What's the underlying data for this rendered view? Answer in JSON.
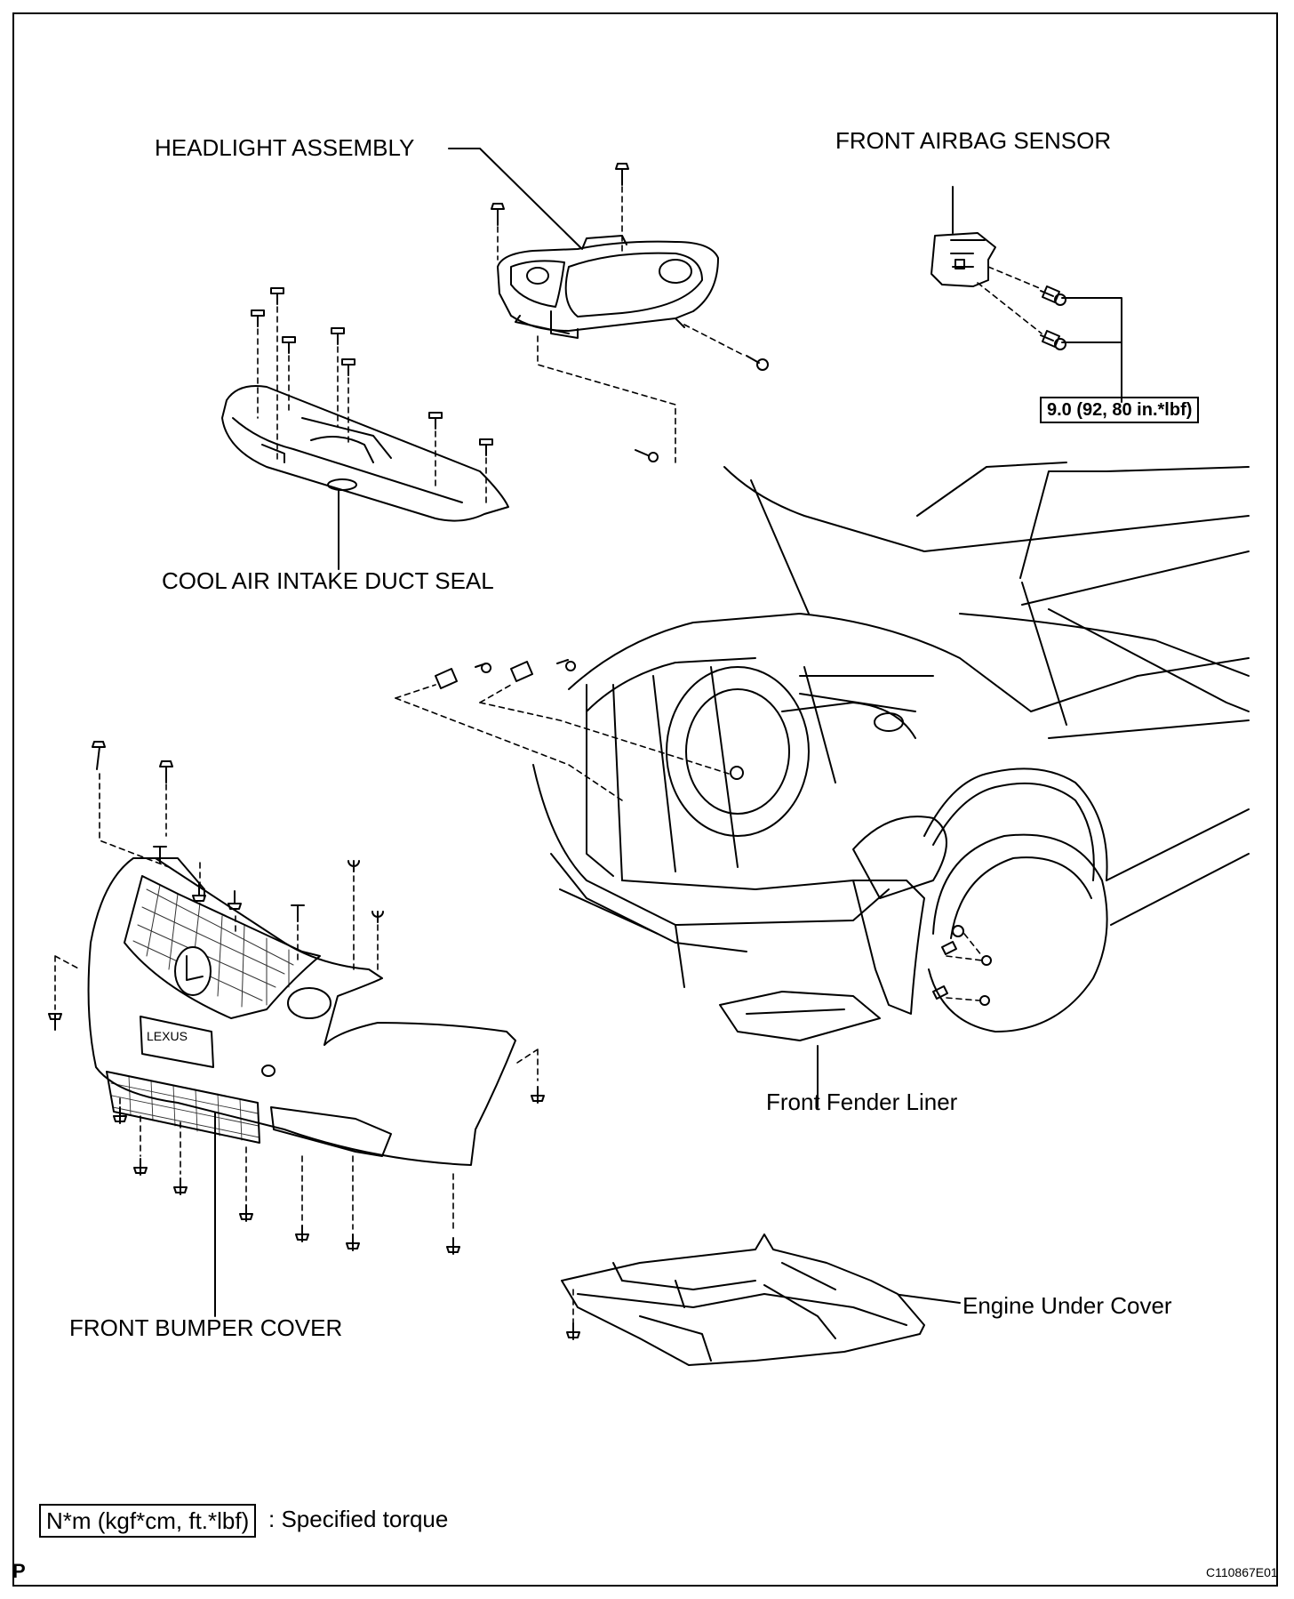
{
  "labels": {
    "headlight": "HEADLIGHT ASSEMBLY",
    "airbag_sensor": "FRONT AIRBAG SENSOR",
    "intake_seal": "COOL AIR INTAKE DUCT SEAL",
    "fender_liner": "Front Fender Liner",
    "bumper_cover": "FRONT BUMPER COVER",
    "under_cover": "Engine Under Cover"
  },
  "torque_spec": "9.0 (92, 80 in.*lbf)",
  "legend": {
    "box": "N*m (kgf*cm, ft.*lbf)",
    "text": ": Specified torque"
  },
  "corner_letter": "P",
  "figure_code": "C110867E01"
}
